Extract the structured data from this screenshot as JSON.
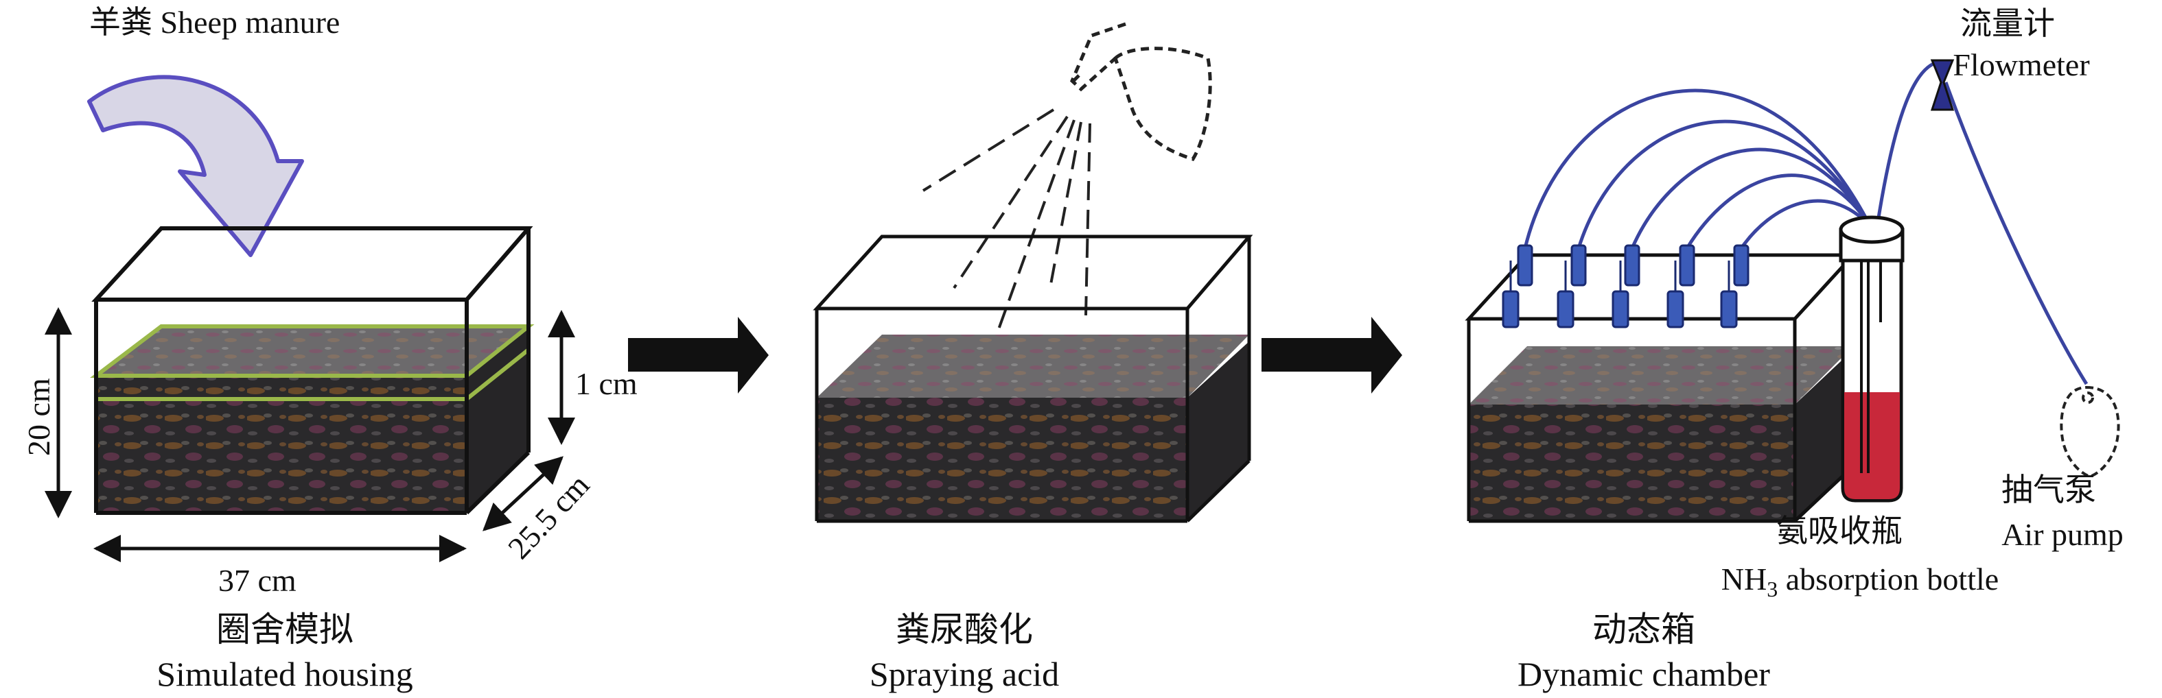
{
  "panel1": {
    "input_label": "羊粪 Sheep manure",
    "dim_height": "20 cm",
    "dim_layer": "1 cm",
    "dim_width": "37 cm",
    "dim_depth": "25.5 cm",
    "caption_cn": "圈舍模拟",
    "caption_en": "Simulated housing"
  },
  "panel2": {
    "caption_cn": "粪尿酸化",
    "caption_en": "Spraying acid"
  },
  "panel3": {
    "caption_cn": "动态箱",
    "caption_en": "Dynamic chamber",
    "flowmeter_cn": "流量计",
    "flowmeter_en": "Flowmeter",
    "pump_cn": "抽气泵",
    "pump_en": "Air pump",
    "bottle_cn": "氨吸收瓶",
    "bottle_en_nh": "NH",
    "bottle_en_sub": "3",
    "bottle_en_rest": " absorption bottle"
  },
  "colors": {
    "manure_dark": "#2b2a2c",
    "manure_brown": "#8a5a2a",
    "manure_purple": "#7a3a5a",
    "layer_green": "#9ab84a",
    "arrow_lilac": "#d8d6e6",
    "arrow_outline": "#5a4ec0",
    "tube_blue": "#3a44a0",
    "port_blue": "#3b5bb8",
    "liquid_red": "#c8283a"
  }
}
